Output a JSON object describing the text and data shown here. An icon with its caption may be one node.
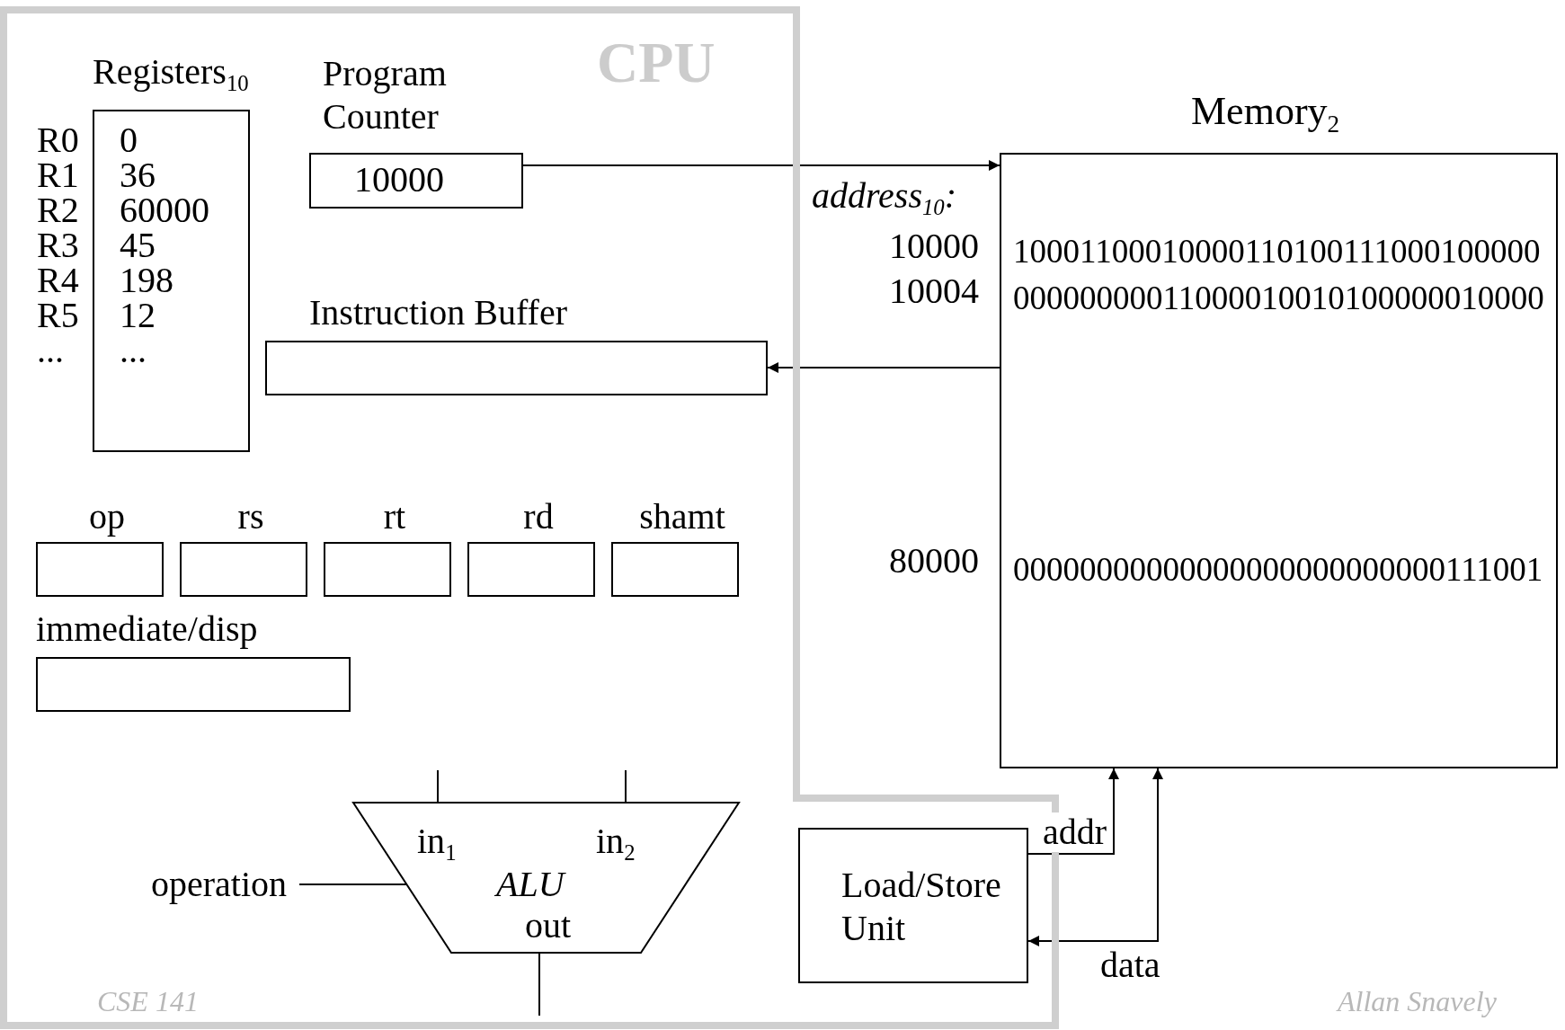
{
  "diagram": {
    "nodes": [
      {
        "text": [
          "CPU"
        ]
      },
      {
        "text": [
          "Registers$_{10}$",
          "0",
          "36",
          "60000",
          "45",
          "198",
          "12",
          "..."
        ],
        "in": 0,
        "beside": [
          "R0",
          "R1",
          "R2",
          "R3",
          "R4",
          "R5",
          "..."
        ]
      },
      {
        "text": [
          "Program Counter",
          "10000"
        ],
        "in": 0
      },
      {
        "text": [
          "Instruction Buffer"
        ],
        "in": 0
      },
      {
        "text": [
          "op"
        ],
        "in": 0
      },
      {
        "text": [
          "rs"
        ],
        "in": 0
      },
      {
        "text": [
          "rt"
        ],
        "in": 0
      },
      {
        "text": [
          "rd"
        ],
        "in": 0
      },
      {
        "text": [
          "shamt"
        ],
        "in": 0
      },
      {
        "text": [
          "immediate/disp"
        ],
        "in": 0
      },
      {
        "text": [
          "in$_{1}$",
          "in$_{2}$",
          "ALU",
          "out"
        ],
        "in": 0
      },
      {
        "text": [
          "operation"
        ],
        "in": 0
      },
      {
        "text": [
          "Load/Store Unit"
        ],
        "in": 0
      },
      {
        "text": [
          "Memory$_{2}$",
          "10001100010000110100111000100000",
          "00000000011000010010100000010000",
          "00000000000000000000000000111001"
        ],
        "beside": [
          "address$_{10}$:",
          "10000",
          "10004",
          "80000"
        ]
      }
    ],
    "edges": [
      {
        "from": 2,
        "to": 13,
        "arrow": "to"
      },
      {
        "from": 13,
        "to": 3,
        "arrow": "to"
      },
      {
        "from": 11,
        "to": 10,
        "arrow": "none"
      },
      {
        "from": null,
        "to": 10,
        "arrow": "none"
      },
      {
        "from": null,
        "to": 10,
        "arrow": "none"
      },
      {
        "from": 10,
        "to": null,
        "arrow": "none"
      },
      {
        "from": 12,
        "to": 13,
        "arrow": "to",
        "label": "addr"
      },
      {
        "from": 12,
        "to": 13,
        "arrow": "both",
        "label": "data"
      }
    ],
    "labels": [
      "CSE 141",
      "Allan Snavely"
    ]
  }
}
